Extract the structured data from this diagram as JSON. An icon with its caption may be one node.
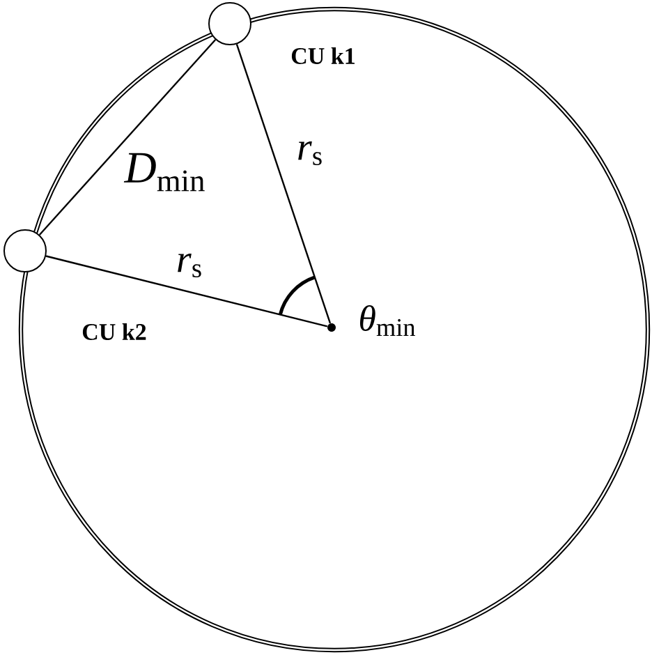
{
  "diagram": {
    "nodes": [
      {
        "text": [],
        "shape": "circle",
        "beside": [
          "CU k1"
        ]
      },
      {
        "text": [],
        "shape": "circle",
        "beside": [
          "CU k2"
        ]
      },
      {
        "text": [],
        "shape": "dot",
        "beside": [
          "*θ*$_{min}$"
        ]
      }
    ],
    "edges": [
      {
        "from": 0,
        "to": 1,
        "arrow": "none",
        "label": "*D*$_{min}$"
      },
      {
        "from": 0,
        "to": 2,
        "arrow": "none",
        "label": "*r*$_{s}$"
      },
      {
        "from": 1,
        "to": 2,
        "arrow": "none",
        "label": "*r*$_{s}$"
      }
    ]
  }
}
